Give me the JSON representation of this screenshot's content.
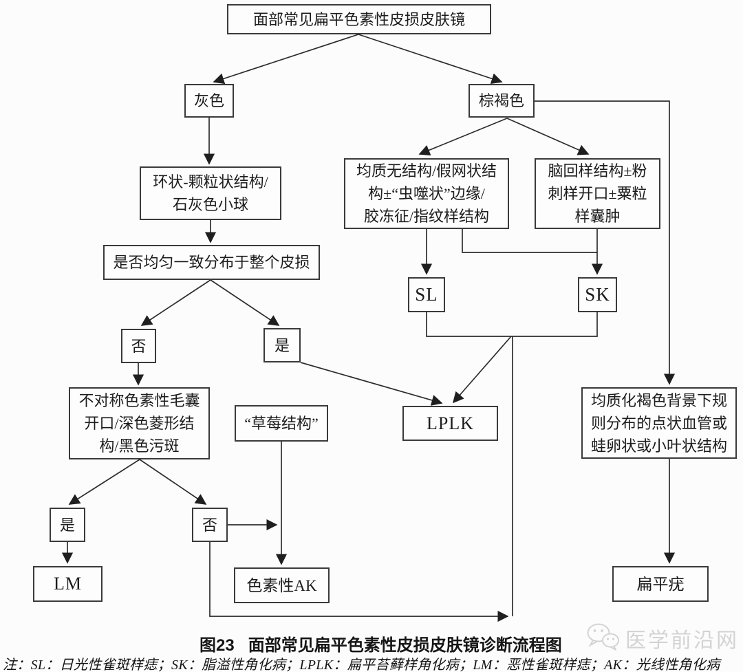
{
  "nodes": {
    "root": {
      "text": "面部常见扁平色素性皮损皮肤镜"
    },
    "gray": {
      "text": "灰色"
    },
    "brown": {
      "text": "棕褐色"
    },
    "ring_granular": {
      "text": "环状-颗粒状结构/\n石灰色小球"
    },
    "uniform_question": {
      "text": "是否均匀一致分布于整个皮损"
    },
    "homogeneous_structureless": {
      "text": "均质无结构/假网状结\n构±“虫噬状”边缘/\n胶冻征/指纹样结构"
    },
    "cerebriform": {
      "text": "脑回样结构±粉\n刺样开口±粟粒\n样囊肿"
    },
    "sl": {
      "text": "SL"
    },
    "sk": {
      "text": "SK"
    },
    "no1": {
      "text": "否"
    },
    "yes1": {
      "text": "是"
    },
    "asymmetric_follicular": {
      "text": "不对称色素性毛囊\n开口/深色菱形结\n构/黑色污斑"
    },
    "strawberry": {
      "text": "“草莓结构”"
    },
    "lplk": {
      "text": "LPLK"
    },
    "homogenized_brown": {
      "text": "均质化褐色背景下规\n则分布的点状血管或\n蛙卵状或小叶状结构"
    },
    "yes2": {
      "text": "是"
    },
    "no2": {
      "text": "否"
    },
    "lm": {
      "text": "LM"
    },
    "pigmented_ak": {
      "text": "色素性AK"
    },
    "flat_wart": {
      "text": "扁平疣"
    }
  },
  "caption": {
    "figure_label": "图23",
    "title": "面部常见扁平色素性皮损皮肤镜诊断流程图"
  },
  "note": "注：SL：日光性雀斑样痣；SK：脂溢性角化病；LPLK：扁平苔藓样角化病；LM：恶性雀斑样痣；AK：光线性角化病",
  "watermark": {
    "icon": "wechat-icon",
    "text": "医学前沿网"
  },
  "edges": [
    {
      "from": "root",
      "to": "gray"
    },
    {
      "from": "root",
      "to": "brown"
    },
    {
      "from": "gray",
      "to": "ring_granular"
    },
    {
      "from": "ring_granular",
      "to": "uniform_question"
    },
    {
      "from": "uniform_question",
      "to": "no1"
    },
    {
      "from": "uniform_question",
      "to": "yes1"
    },
    {
      "from": "no1",
      "to": "asymmetric_follicular"
    },
    {
      "from": "asymmetric_follicular",
      "to": "yes2"
    },
    {
      "from": "asymmetric_follicular",
      "to": "no2"
    },
    {
      "from": "yes2",
      "to": "lm"
    },
    {
      "from": "no2",
      "to": "pigmented_ak"
    },
    {
      "from": "strawberry",
      "to": "pigmented_ak"
    },
    {
      "from": "no2",
      "to": "lplk"
    },
    {
      "from": "brown",
      "to": "homogeneous_structureless"
    },
    {
      "from": "brown",
      "to": "cerebriform"
    },
    {
      "from": "brown",
      "to": "homogenized_brown"
    },
    {
      "from": "homogeneous_structureless",
      "to": "sl"
    },
    {
      "from": "homogeneous_structureless",
      "to": "sk"
    },
    {
      "from": "cerebriform",
      "to": "sk"
    },
    {
      "from": "sl",
      "to": "lplk"
    },
    {
      "from": "sk",
      "to": "lplk"
    },
    {
      "from": "yes1",
      "to": "lplk"
    },
    {
      "from": "homogenized_brown",
      "to": "flat_wart"
    }
  ],
  "colors": {
    "background": "#fcfcfc",
    "box_border": "#3a3a3a",
    "line": "#2d2d2d",
    "text": "#1c1c1c",
    "watermark": "#d3d3d3"
  }
}
